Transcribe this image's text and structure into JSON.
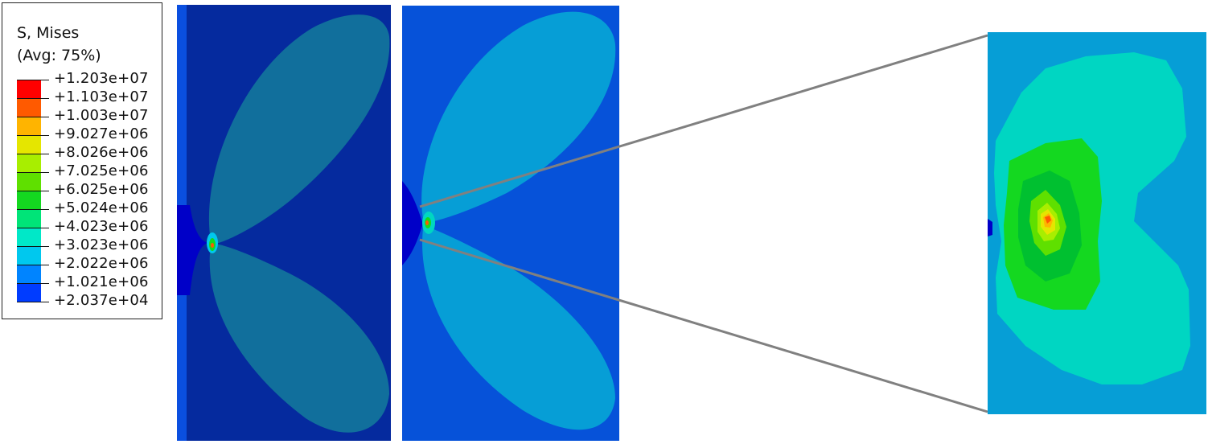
{
  "legend": {
    "title_line1": "S, Mises",
    "title_line2": "(Avg: 75%)",
    "labels": [
      "+1.203e+07",
      "+1.103e+07",
      "+1.003e+07",
      "+9.027e+06",
      "+8.026e+06",
      "+7.025e+06",
      "+6.025e+06",
      "+5.024e+06",
      "+4.023e+06",
      "+3.023e+06",
      "+2.022e+06",
      "+1.021e+06",
      "+2.037e+04"
    ],
    "colors": [
      "#ff0000",
      "#ff5a00",
      "#ffb400",
      "#e5e600",
      "#a8ee00",
      "#5fe000",
      "#14d820",
      "#00e478",
      "#00e8c8",
      "#00c8ee",
      "#0084ff",
      "#003cff"
    ]
  },
  "palette": {
    "panel1_background": "#052a9e",
    "panel1_lobes": "#116f9c",
    "panel2_background": "#0652d9",
    "panel2_lobes": "#069ed6",
    "zoom_background": "#069ed6",
    "zoom_outer_contour": "#00d6c2",
    "connector_line": "#808080"
  }
}
